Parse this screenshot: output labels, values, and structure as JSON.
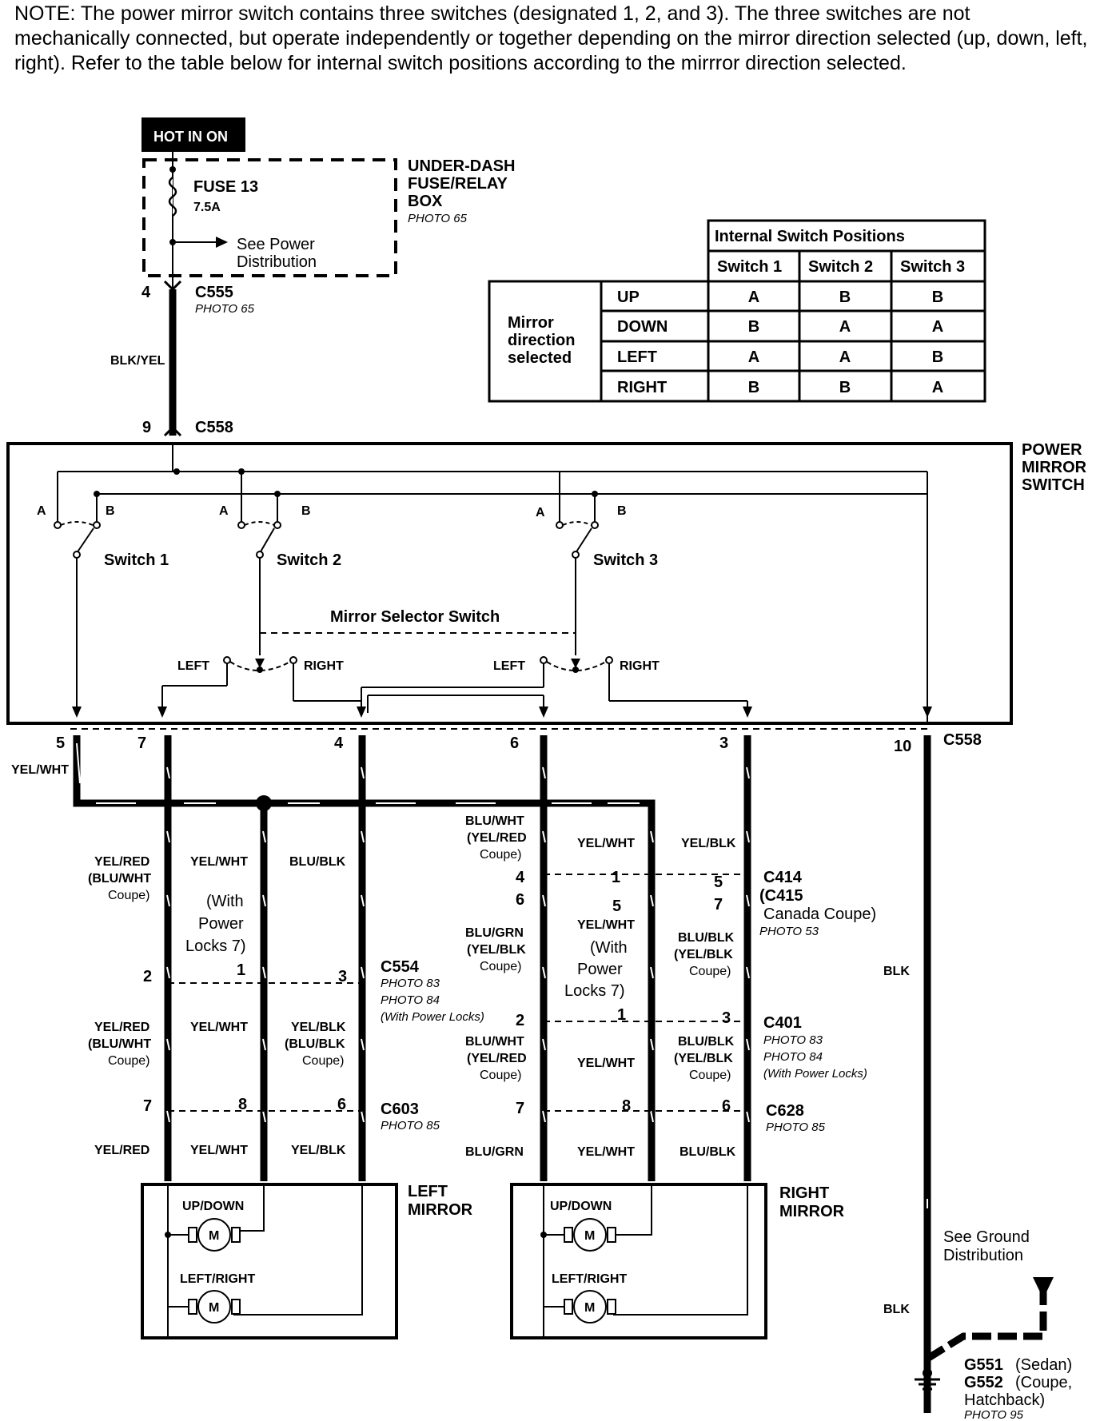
{
  "note": "NOTE: The power mirror switch contains three switches (designated 1, 2, and 3). The three switches are not mechanically connected, but operate independently or together depending on the mirror direction selected (up, down, left, right). Refer to the table below for internal switch positions according to the mirrror direction selected.",
  "power": {
    "hot_label": "HOT IN ON",
    "fuse_name": "FUSE 13",
    "fuse_rating": "7.5A",
    "see_power": [
      "See Power",
      "Distribution"
    ],
    "box_label": [
      "UNDER-DASH",
      "FUSE/RELAY",
      "BOX"
    ],
    "box_photo": "PHOTO 65"
  },
  "connectors": {
    "c555": {
      "name": "C555",
      "photo": "PHOTO 65",
      "pin": "4"
    },
    "c558_top": {
      "name": "C558",
      "pin": "9"
    },
    "c558_bottom": {
      "name": "C558",
      "pins": [
        "5",
        "7",
        "4",
        "6",
        "3",
        "10"
      ]
    },
    "c414": {
      "lines": [
        "C414",
        "(C415",
        "Canada Coupe)"
      ],
      "photo": "PHOTO 53",
      "pins_a": [
        "4",
        "1",
        "5"
      ],
      "pins_b": [
        "6",
        "5",
        "7"
      ]
    },
    "c554": {
      "name": "C554",
      "photos": [
        "PHOTO 83",
        "PHOTO 84",
        "(With Power Locks)"
      ],
      "pins": [
        "2",
        "1",
        "3"
      ]
    },
    "c401": {
      "name": "C401",
      "photos": [
        "PHOTO 83",
        "PHOTO 84",
        "(With Power Locks)"
      ],
      "pins": [
        "2",
        "1",
        "3"
      ]
    },
    "c603": {
      "name": "C603",
      "photo": "PHOTO 85",
      "pins": [
        "7",
        "8",
        "6"
      ]
    },
    "c628": {
      "name": "C628",
      "photo": "PHOTO 85",
      "pins": [
        "7",
        "8",
        "6"
      ]
    }
  },
  "wires": {
    "blk_yel": "BLK/YEL",
    "yel_wht_c558": "YEL/WHT",
    "left_upper": [
      [
        "YEL/RED",
        "(BLU/WHT",
        "Coupe)"
      ],
      [
        "YEL/WHT"
      ],
      [
        "BLU/BLK"
      ]
    ],
    "power_locks_left": [
      "(With",
      "Power",
      "Locks 7)"
    ],
    "left_mid": [
      [
        "YEL/RED",
        "(BLU/WHT",
        "Coupe)"
      ],
      [
        "YEL/WHT"
      ],
      [
        "YEL/BLK",
        "(BLU/BLK",
        "Coupe)"
      ]
    ],
    "left_low": [
      "YEL/RED",
      "YEL/WHT",
      "YEL/BLK"
    ],
    "right_upper": [
      [
        "BLU/WHT",
        "(YEL/RED",
        "Coupe)"
      ],
      [
        "YEL/WHT"
      ],
      [
        "YEL/BLK"
      ]
    ],
    "right_upper2": [
      [
        "BLU/GRN",
        "(YEL/BLK",
        "Coupe)"
      ],
      [
        "YEL/WHT"
      ],
      [
        "BLU/BLK",
        "(YEL/BLK",
        "Coupe)"
      ]
    ],
    "power_locks_right": [
      "(With",
      "Power",
      "Locks 7)"
    ],
    "right_mid": [
      [
        "BLU/WHT",
        "(YEL/RED",
        "Coupe)"
      ],
      [
        "YEL/WHT"
      ],
      [
        "BLU/BLK",
        "(YEL/BLK",
        "Coupe)"
      ]
    ],
    "right_low": [
      "BLU/GRN",
      "YEL/WHT",
      "BLU/BLK"
    ],
    "blk1": "BLK",
    "blk2": "BLK"
  },
  "switch": {
    "title": [
      "POWER",
      "MIRROR",
      "SWITCH"
    ],
    "switch1": "Switch 1",
    "switch2": "Switch 2",
    "switch3": "Switch 3",
    "selector": "Mirror Selector Switch",
    "a": "A",
    "b": "B",
    "left": "LEFT",
    "right": "RIGHT"
  },
  "table": {
    "title": "Internal Switch Positions",
    "columns": [
      "Switch 1",
      "Switch 2",
      "Switch 3"
    ],
    "row_header": [
      "Mirror",
      "direction",
      "selected"
    ],
    "rows": [
      {
        "dir": "UP",
        "vals": [
          "A",
          "B",
          "B"
        ]
      },
      {
        "dir": "DOWN",
        "vals": [
          "B",
          "A",
          "A"
        ]
      },
      {
        "dir": "LEFT",
        "vals": [
          "A",
          "A",
          "B"
        ]
      },
      {
        "dir": "RIGHT",
        "vals": [
          "B",
          "B",
          "A"
        ]
      }
    ]
  },
  "mirrors": {
    "left": [
      "LEFT",
      "MIRROR"
    ],
    "right": [
      "RIGHT",
      "MIRROR"
    ],
    "updown": "UP/DOWN",
    "leftright": "LEFT/RIGHT",
    "motor": "M"
  },
  "ground": {
    "see": [
      "See Ground",
      "Distribution"
    ],
    "g551": "G551",
    "g551_note": "(Sedan)",
    "g552": "G552",
    "g552_note": "(Coupe,",
    "g552_note2": "Hatchback)",
    "photo": "PHOTO 95"
  }
}
